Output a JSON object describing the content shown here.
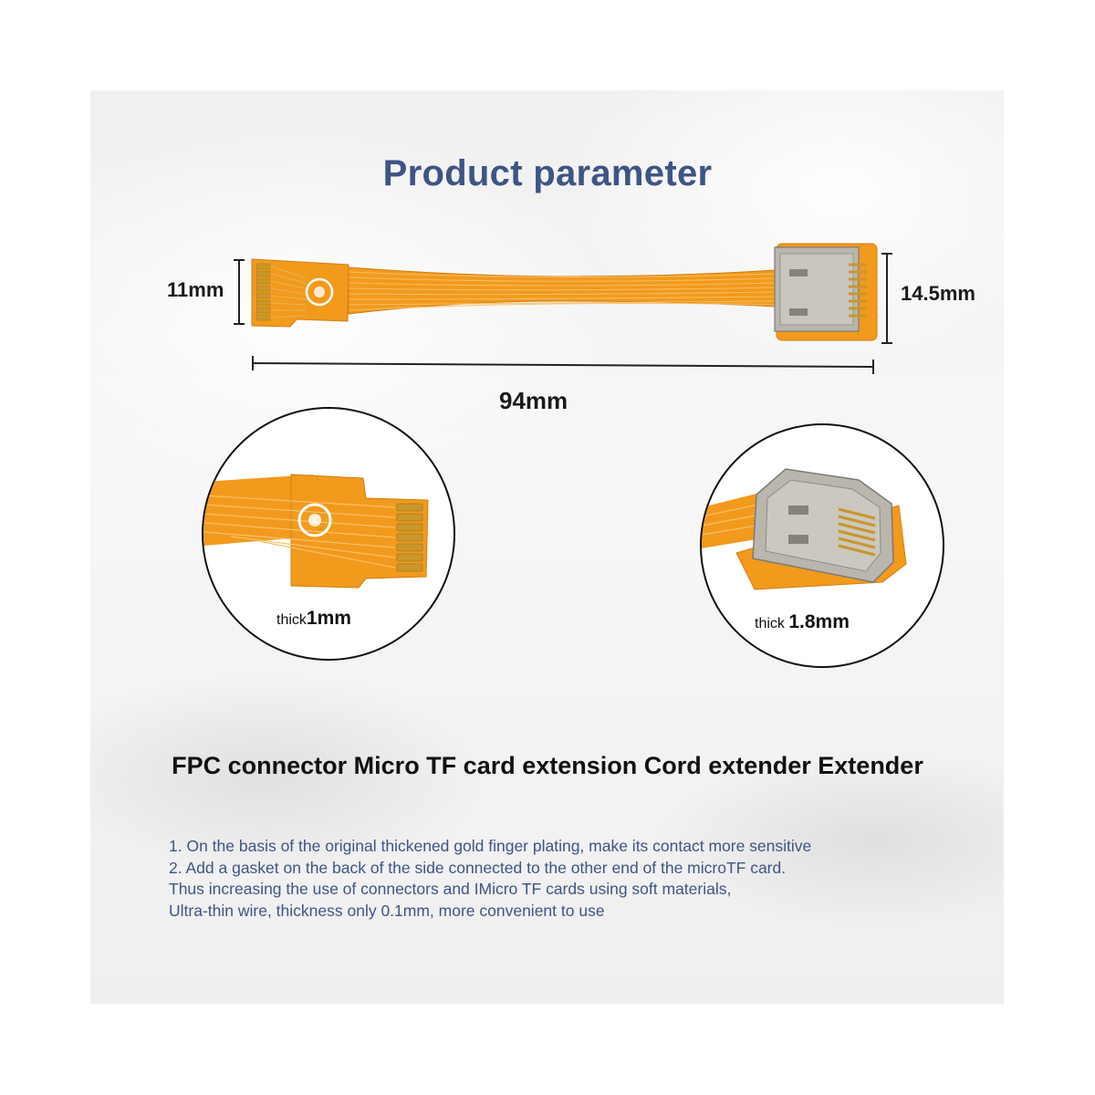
{
  "title": "Product parameter",
  "dimensions": {
    "left_height": "11mm",
    "right_height": "14.5mm",
    "length": "94mm"
  },
  "detail_left": {
    "thick_word": "thick",
    "thick_value": "1mm"
  },
  "detail_right": {
    "thick_word": "thick",
    "thick_value": "1.8mm"
  },
  "product_name": "FPC connector Micro TF card extension Cord extender Extender",
  "description": [
    "1. On the basis of the original thickened gold finger plating, make its contact more sensitive",
    "2. Add a gasket on the back of the side connected to the other end of the microTF card.",
    "Thus increasing the use of connectors and IMicro TF cards using soft materials,",
    "Ultra-thin wire, thickness only 0.1mm, more convenient to use"
  ],
  "colors": {
    "title": "#3d5585",
    "description": "#3d5585",
    "flex_cable": "#f29a1c",
    "gold_contacts": "#c9962a",
    "metal_slot": "#b9b6ae"
  }
}
